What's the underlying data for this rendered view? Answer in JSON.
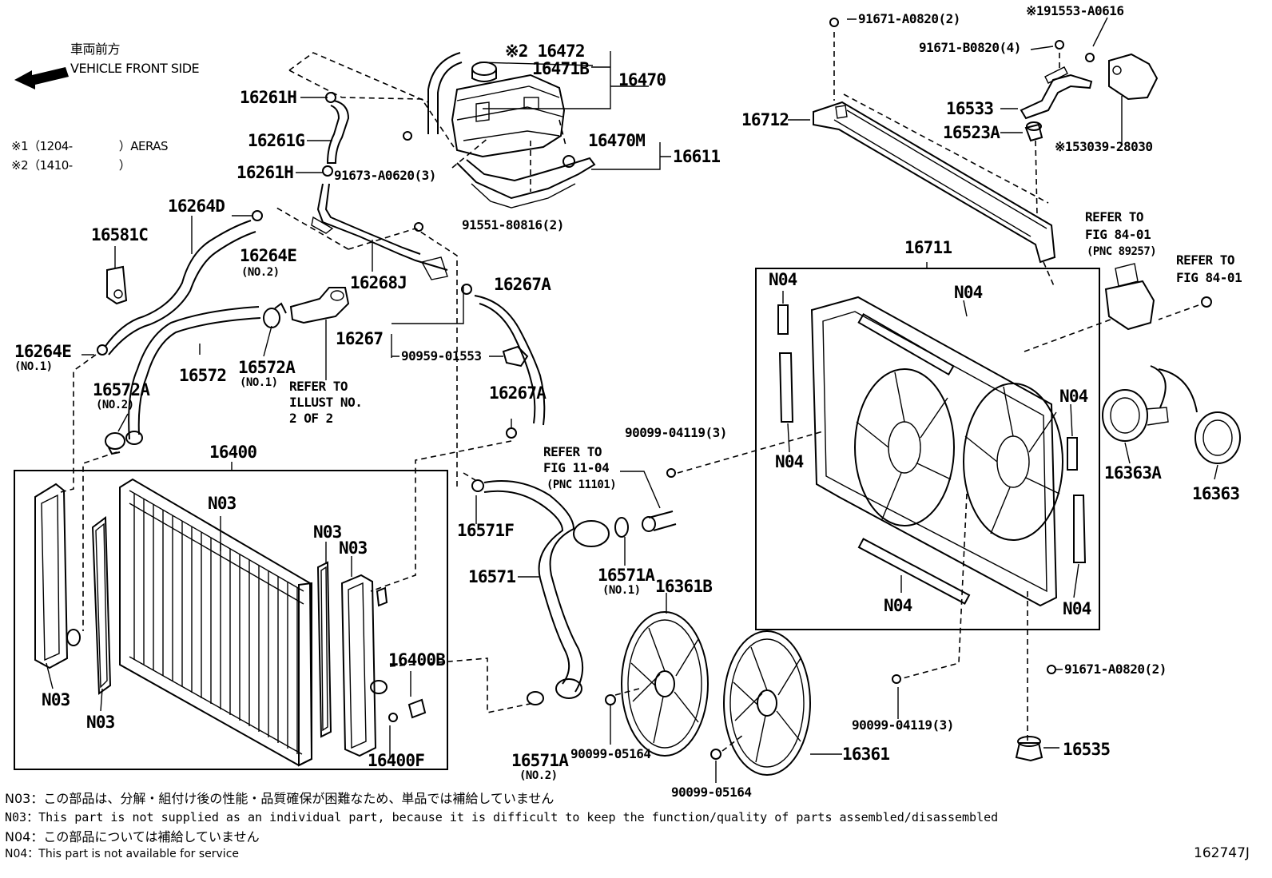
{
  "header": {
    "front_jp": "車両前方",
    "front_en": "VEHICLE FRONT SIDE",
    "note1": "※1（1204-　　　　）AERAS",
    "note2": "※2（1410-　　　　）"
  },
  "labels": {
    "p16472": "※2 16472",
    "p16471B": "16471B",
    "p16470": "16470",
    "p16261H_a": "16261H",
    "p16261G": "16261G",
    "p16261H_b": "16261H",
    "p91673": "91673-A0620(3)",
    "p16470M": "16470M",
    "p16611": "16611",
    "p91551": "91551-80816(2)",
    "p16264D": "16264D",
    "p16581C": "16581C",
    "p16264E_a": "16264E",
    "p16264E_a_sub": "(NO.2)",
    "p16268J": "16268J",
    "p16267A_a": "16267A",
    "p16267": "16267",
    "p90959": "90959-01553",
    "p16264E_b": "16264E",
    "p16264E_b_sub": "(NO.1)",
    "p16572": "16572",
    "p16572A_a": "16572A",
    "p16572A_a_sub": "(NO.1)",
    "p16572A_b": "16572A",
    "p16572A_b_sub": "(NO.2)",
    "refer_illust_1": "REFER TO",
    "refer_illust_2": "ILLUST NO.",
    "refer_illust_3": "2 OF 2",
    "p16267A_b": "16267A",
    "p16400": "16400",
    "p16400B": "16400B",
    "p16400F": "16400F",
    "n03_a": "N03",
    "n03_b": "N03",
    "n03_c": "N03",
    "n03_d": "N03",
    "n03_e": "N03",
    "refer_fig11_1": "REFER TO",
    "refer_fig11_2": "FIG 11-04",
    "refer_fig11_3": "(PNC 11101)",
    "p90099_a": "90099-04119(3)",
    "p16571F": "16571F",
    "p16571": "16571",
    "p16571A_a": "16571A",
    "p16571A_a_sub": "(NO.1)",
    "p16571A_b": "16571A",
    "p16571A_b_sub": "(NO.2)",
    "p16361B": "16361B",
    "p90099_05164_a": "90099-05164",
    "p90099_05164_b": "90099-05164",
    "p16361": "16361",
    "p91671_a": "91671-A0820(2)",
    "p191553": "※191553-A0616",
    "p91671_b": "91671-B0820(4)",
    "p16712": "16712",
    "p16533": "16533",
    "p16523A": "16523A",
    "p153039": "※153039-28030",
    "refer_fig84a_1": "REFER TO",
    "refer_fig84a_2": "FIG 84-01",
    "refer_fig84a_3": "(PNC 89257)",
    "refer_fig84b_1": "REFER TO",
    "refer_fig84b_2": "FIG 84-01",
    "p16711": "16711",
    "n04_a": "N04",
    "n04_b": "N04",
    "n04_c": "N04",
    "n04_d": "N04",
    "n04_e": "N04",
    "n04_f": "N04",
    "p16363A": "16363A",
    "p16363": "16363",
    "p91671_c": "91671-A0820(2)",
    "p90099_b": "90099-04119(3)",
    "p16535": "16535"
  },
  "footer": {
    "n03_jp": "N03：この部品は、分解・組付け後の性能・品質確保が困難なため、単品では補給していません",
    "n03_en": "N03：This part is not supplied as an individual part, because it is difficult to keep the function/quality of parts assembled/disassembled",
    "n04_jp": "N04：この部品については補給していません",
    "n04_en": "N04：This part is not available for service",
    "fig_id": "162747J"
  }
}
